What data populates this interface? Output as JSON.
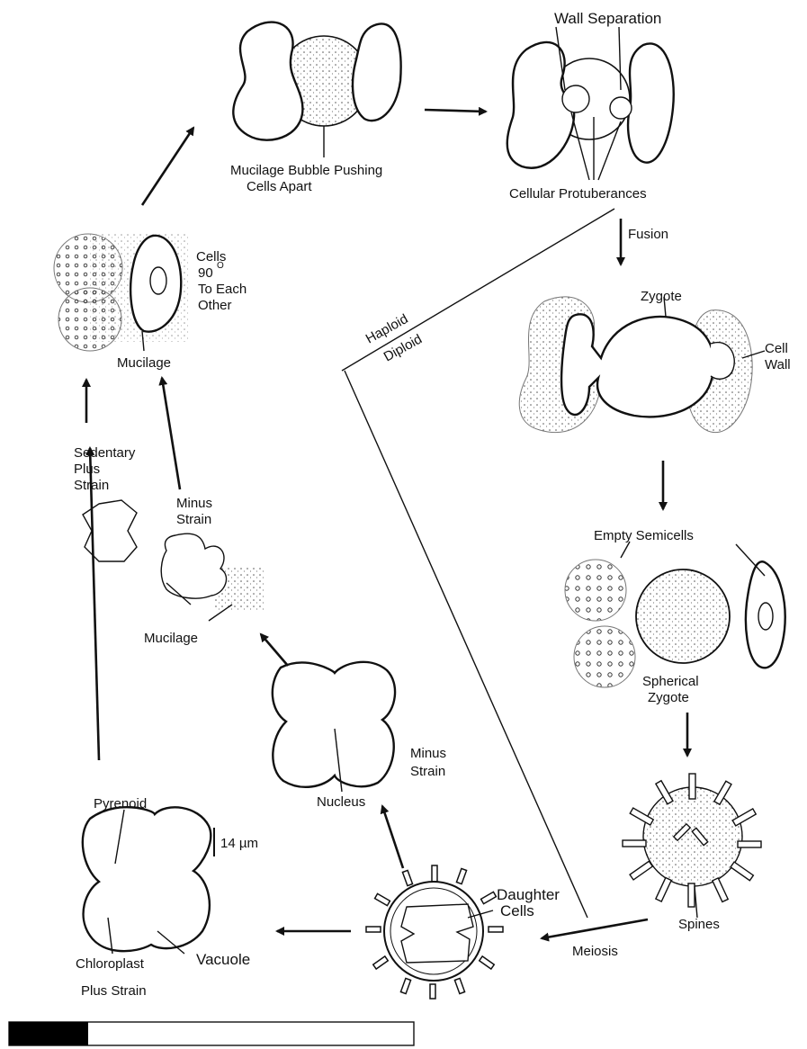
{
  "labels": {
    "wall_separation": "Wall Separation",
    "mucilage_bubble_1": "Mucilage Bubble Pushing",
    "mucilage_bubble_2": "Cells Apart",
    "cellular_protuberances": "Cellular  Protuberances",
    "fusion": "Fusion",
    "cells_90_1": "Cells",
    "cells_90_2": "90",
    "cells_90_sup": "O",
    "cells_90_3": "To Each",
    "cells_90_4": "Other",
    "mucilage_top": "Mucilage",
    "haploid": "Haploid",
    "diploid": "Diploid",
    "zygote": "Zygote",
    "cell_wall_1": "Cell",
    "cell_wall_2": "Wall",
    "sedentary_1": "Sedentary",
    "sedentary_2": "Plus",
    "sedentary_3": "Strain",
    "minus_strain_1": "Minus",
    "minus_strain_2": "Strain",
    "mucilage_mid": "Mucilage",
    "empty_semicells": "Empty Semicells",
    "spherical_zygote_1": "Spherical",
    "spherical_zygote_2": "Zygote",
    "minus_strain_lower_1": "Minus",
    "minus_strain_lower_2": "Strain",
    "nucleus": "Nucleus",
    "pyrenoid": "Pyrenoid",
    "scale": "14 µm",
    "chloroplast": "Chloroplast",
    "vacuole": "Vacuole",
    "plus_strain": "Plus Strain",
    "daughter_cells_1": "Daughter",
    "daughter_cells_2": "Cells",
    "spines": "Spines",
    "meiosis": "Meiosis"
  },
  "colors": {
    "ink": "#111111",
    "background": "#ffffff",
    "scale_bar_fill": "#000000"
  },
  "icons": {
    "arrows": "arrow-icon",
    "scale_bar": "scale-bar-icon"
  }
}
